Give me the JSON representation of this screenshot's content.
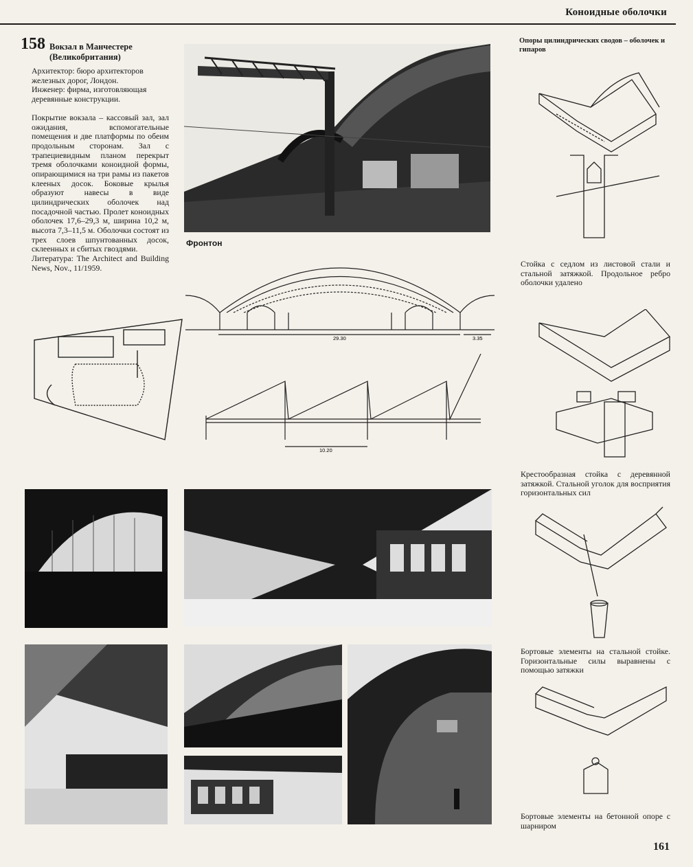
{
  "header": {
    "section_title": "Коноидные оболочки"
  },
  "entry": {
    "number": "158",
    "title_line1": "Вокзал в Манчестере",
    "title_line2": "(Великобритания)"
  },
  "credits": {
    "line1": "Архитектор: бюро архитекторов",
    "line2": "железных дорог, Лондон.",
    "line3": "Инженер: фирма, изготовляющая",
    "line4": "деревянные конструкции."
  },
  "description": {
    "body": "Покрытие вокзала – кассовый зал, зал ожидания, вспомогательные помещения и две платформы по обеим продольным сторонам. Зал с трапециевидным планом перекрыт тремя оболочками коноидной формы, опирающимися на три рамы из пакетов клееных досок. Боковые крылья образуют навесы в виде цилиндрических оболочек над посадочной частью. Пролет коноидных оболочек 17,6–29,3 м, ширина 10,2 м, высота 7,3–11,5 м. Оболочки состоят из трех слоев шпунтованных досок, склеенных и сбитых гвоздями.",
    "literature": "Литература: The Architect and Building News, Nov., 11/1959."
  },
  "drawings": {
    "front_label": "Фронтон",
    "dim_span": "29.30",
    "dim_side": "3.35",
    "dim_width": "10.20"
  },
  "right_column": {
    "title": "Опоры цилиндрических сводов – оболочек и гипаров",
    "captions": [
      "Стойка с седлом из листовой стали и стальной затяжкой. Продольное ребро оболочки удалено",
      "Крестообразная стойка с деревянной затяжкой. Стальной уголок для восприятия горизонтальных сил",
      "Бортовые элементы на стальной стойке. Горизонтальные силы выравнены с помощью затяжки",
      "Бортовые элементы на бетонной опоре с шарниром"
    ]
  },
  "footer": {
    "page_number": "161"
  }
}
